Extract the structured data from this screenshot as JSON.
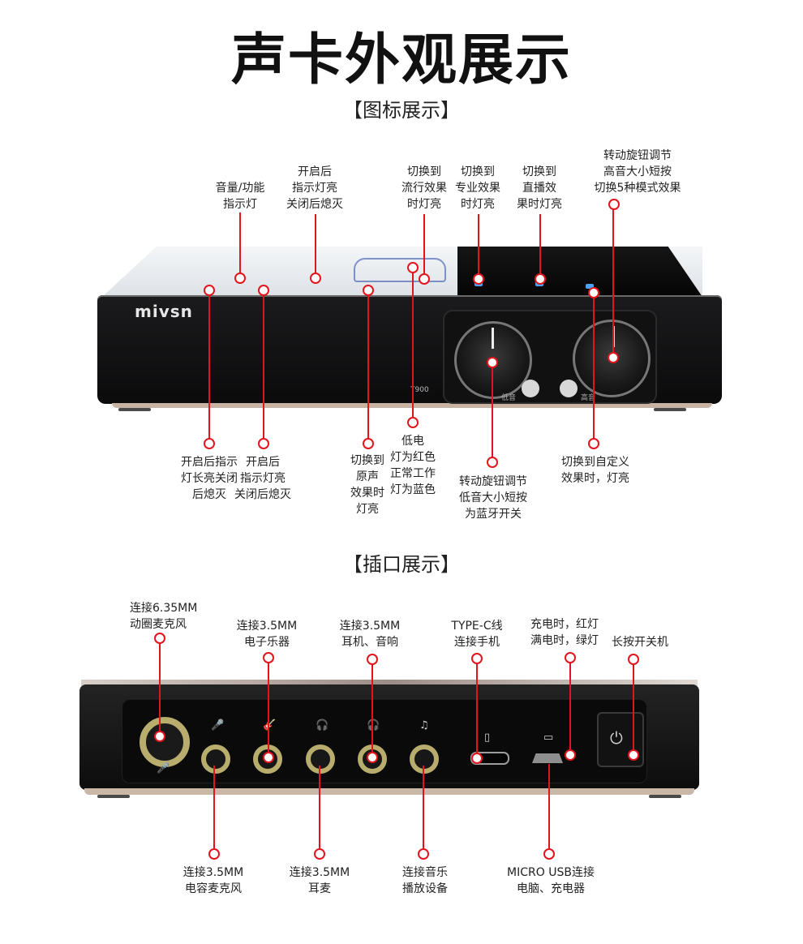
{
  "title": "声卡外观展示",
  "sections": {
    "icons": "【图标展示】",
    "ports": "【插口展示】"
  },
  "device": {
    "logo": "mivsn",
    "model": "T900",
    "knob_left_label": "低音",
    "knob_right_label": "高音"
  },
  "top_callouts": {
    "volume": [
      "音量/功能",
      "指示灯"
    ],
    "power_on_led": [
      "开启后",
      "指示灯亮",
      "关闭后熄灭"
    ],
    "pop": [
      "切换到",
      "流行效果",
      "时灯亮"
    ],
    "pro": [
      "切换到",
      "专业效果",
      "时灯亮"
    ],
    "live": [
      "切换到",
      "直播效",
      "果时灯亮"
    ],
    "treble_knob": [
      "转动旋钮调节",
      "高音大小短按",
      "切换5种模式效果"
    ]
  },
  "bottom_callouts": {
    "led1": [
      "开启后指示",
      "灯长亮关闭",
      "后熄灭"
    ],
    "led2": [
      "开启后",
      "指示灯亮",
      "关闭后熄灭"
    ],
    "original": [
      "切换到",
      "原声",
      "效果时",
      "灯亮"
    ],
    "battery": [
      "低电",
      "灯为红色",
      "正常工作",
      "灯为蓝色"
    ],
    "bass_knob": [
      "转动旋钮调节",
      "低音大小短按",
      "为蓝牙开关"
    ],
    "custom": [
      "切换到自定义",
      "效果时，灯亮"
    ]
  },
  "port_top_callouts": {
    "mic635": [
      "连接6.35MM",
      "动圈麦克风"
    ],
    "instrument": [
      "连接3.5MM",
      "电子乐器"
    ],
    "headphone": [
      "连接3.5MM",
      "耳机、音响"
    ],
    "typec": [
      "TYPE-C线",
      "连接手机"
    ],
    "charge": [
      "充电时，红灯",
      "满电时，绿灯"
    ],
    "power": [
      "长按开关机"
    ]
  },
  "port_bottom_callouts": {
    "condenser": [
      "连接3.5MM",
      "电容麦克风"
    ],
    "earmic": [
      "连接3.5MM",
      "耳麦"
    ],
    "music": [
      "连接音乐",
      "播放设备"
    ],
    "microusb": [
      "MICRO USB连接",
      "电脑、充电器"
    ]
  },
  "colors": {
    "accent": "#e3141b",
    "jack_ring": "#b9ad6e",
    "led": "#4aa3ff"
  },
  "icons": [
    "mic-icon",
    "guitar-icon",
    "headphone-icon",
    "headset-icon",
    "music-icon",
    "phone-icon",
    "battery-icon",
    "power-icon"
  ]
}
